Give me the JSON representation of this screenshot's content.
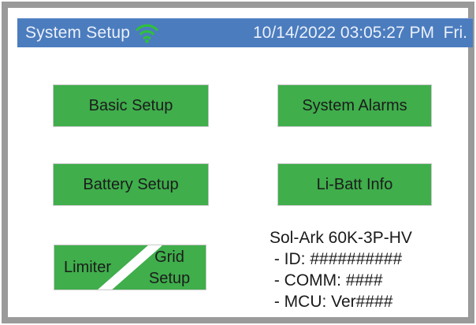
{
  "header": {
    "title": "System Setup",
    "datetime": "10/14/2022 03:05:27 PM  Fri."
  },
  "buttons": {
    "basic_setup": "Basic Setup",
    "system_alarms": "System Alarms",
    "battery_setup": "Battery Setup",
    "li_batt_info": "Li-Batt Info",
    "limiter": "Limiter",
    "grid_setup_line1": "Grid",
    "grid_setup_line2": "Setup"
  },
  "device_info": {
    "model": "Sol-Ark 60K-3P-HV",
    "lines": [
      " - ID: ##########",
      " - COMM: ####",
      " - MCU: Ver####"
    ]
  },
  "colors": {
    "header_bg": "#4b7cbe",
    "header_text": "#eaf0fa",
    "button_green": "#3fae4b",
    "wifi_green": "#2fc13a",
    "frame_border": "#9a9a9a",
    "button_text": "#1c1c1c"
  }
}
